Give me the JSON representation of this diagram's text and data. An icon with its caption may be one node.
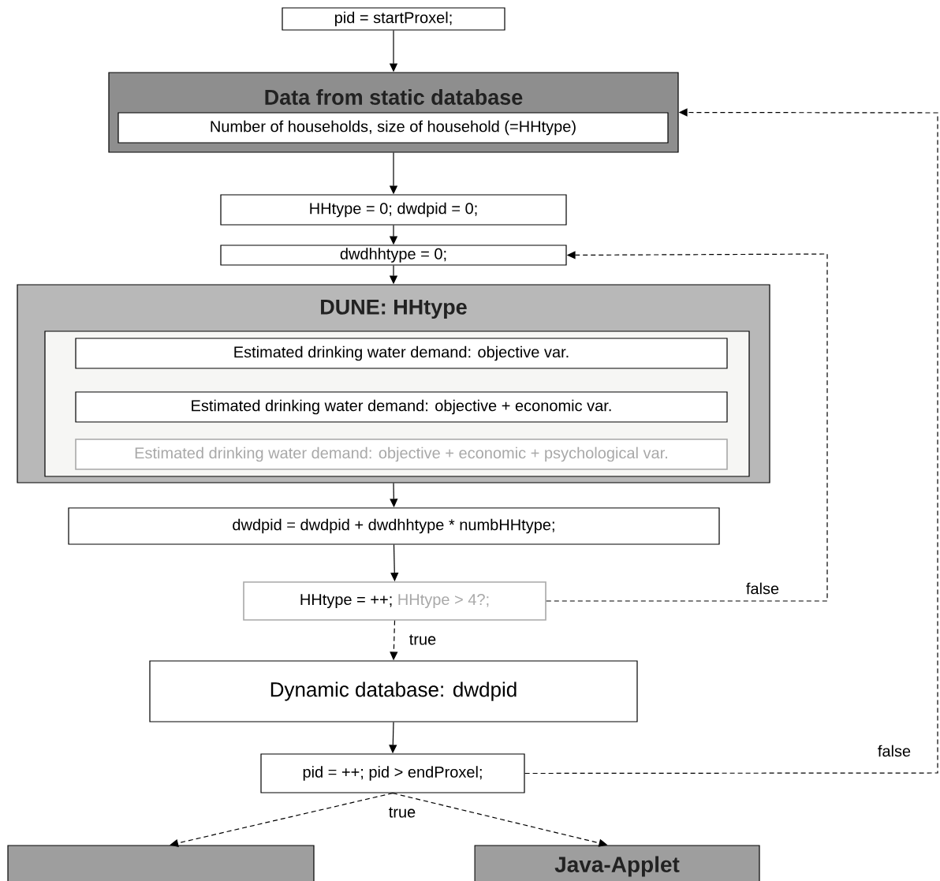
{
  "diagram": {
    "nodes": [
      {
        "text": [
          "pid = startProxel;"
        ]
      },
      {
        "text": [
          "Data from static database"
        ]
      },
      {
        "text": [
          "Number of households, size of household (=HHtype)"
        ],
        "in": 1
      },
      {
        "text": [
          "HHtype = 0; dwdpid = 0;"
        ]
      },
      {
        "text": [
          "dwdhhtype = 0;"
        ]
      },
      {
        "text": [
          "DUNE: HHtype"
        ]
      },
      {
        "text": [],
        "shape": "box",
        "in": 5
      },
      {
        "text": [
          "Estimated drinking water demand: objective var."
        ],
        "in": 6
      },
      {
        "text": [
          "Estimated drinking water demand: objective + economic var."
        ],
        "in": 6
      },
      {
        "text": [
          "Estimated drinking water demand: objective + economic + psychological var."
        ],
        "in": 6
      },
      {
        "text": [
          "dwdpid = dwdpid + dwdhhtype * numbHHtype;"
        ]
      },
      {
        "text": [
          "HHtype = ++;",
          "HHtype > 4?;"
        ]
      },
      {
        "text": [
          "Dynamic database: dwdpid"
        ]
      },
      {
        "text": [
          "pid = ++; pid > endProxel;"
        ]
      },
      {
        "text": [],
        "shape": "box"
      },
      {
        "text": [
          "Java-Applet"
        ]
      }
    ],
    "edges": [
      {
        "from": 0,
        "to": 1,
        "arrow": "to"
      },
      {
        "from": 1,
        "to": 3,
        "arrow": "to"
      },
      {
        "from": 3,
        "to": 4,
        "arrow": "to"
      },
      {
        "from": 4,
        "to": 5,
        "arrow": "to"
      },
      {
        "from": 5,
        "to": 10,
        "arrow": "to"
      },
      {
        "from": 10,
        "to": 11,
        "arrow": "to"
      },
      {
        "from": 11,
        "to": 12,
        "arrow": "to",
        "style": "dashed",
        "label": "true"
      },
      {
        "from": 11,
        "to": 4,
        "arrow": "to",
        "style": "dashed",
        "label": "false"
      },
      {
        "from": 12,
        "to": 13,
        "arrow": "to"
      },
      {
        "from": 13,
        "to": 1,
        "arrow": "to",
        "style": "dashed",
        "label": "false"
      },
      {
        "from": 13,
        "to": 14,
        "arrow": "to",
        "style": "dashed",
        "label": "true"
      },
      {
        "from": 13,
        "to": 15,
        "arrow": "to",
        "style": "dashed"
      }
    ]
  }
}
